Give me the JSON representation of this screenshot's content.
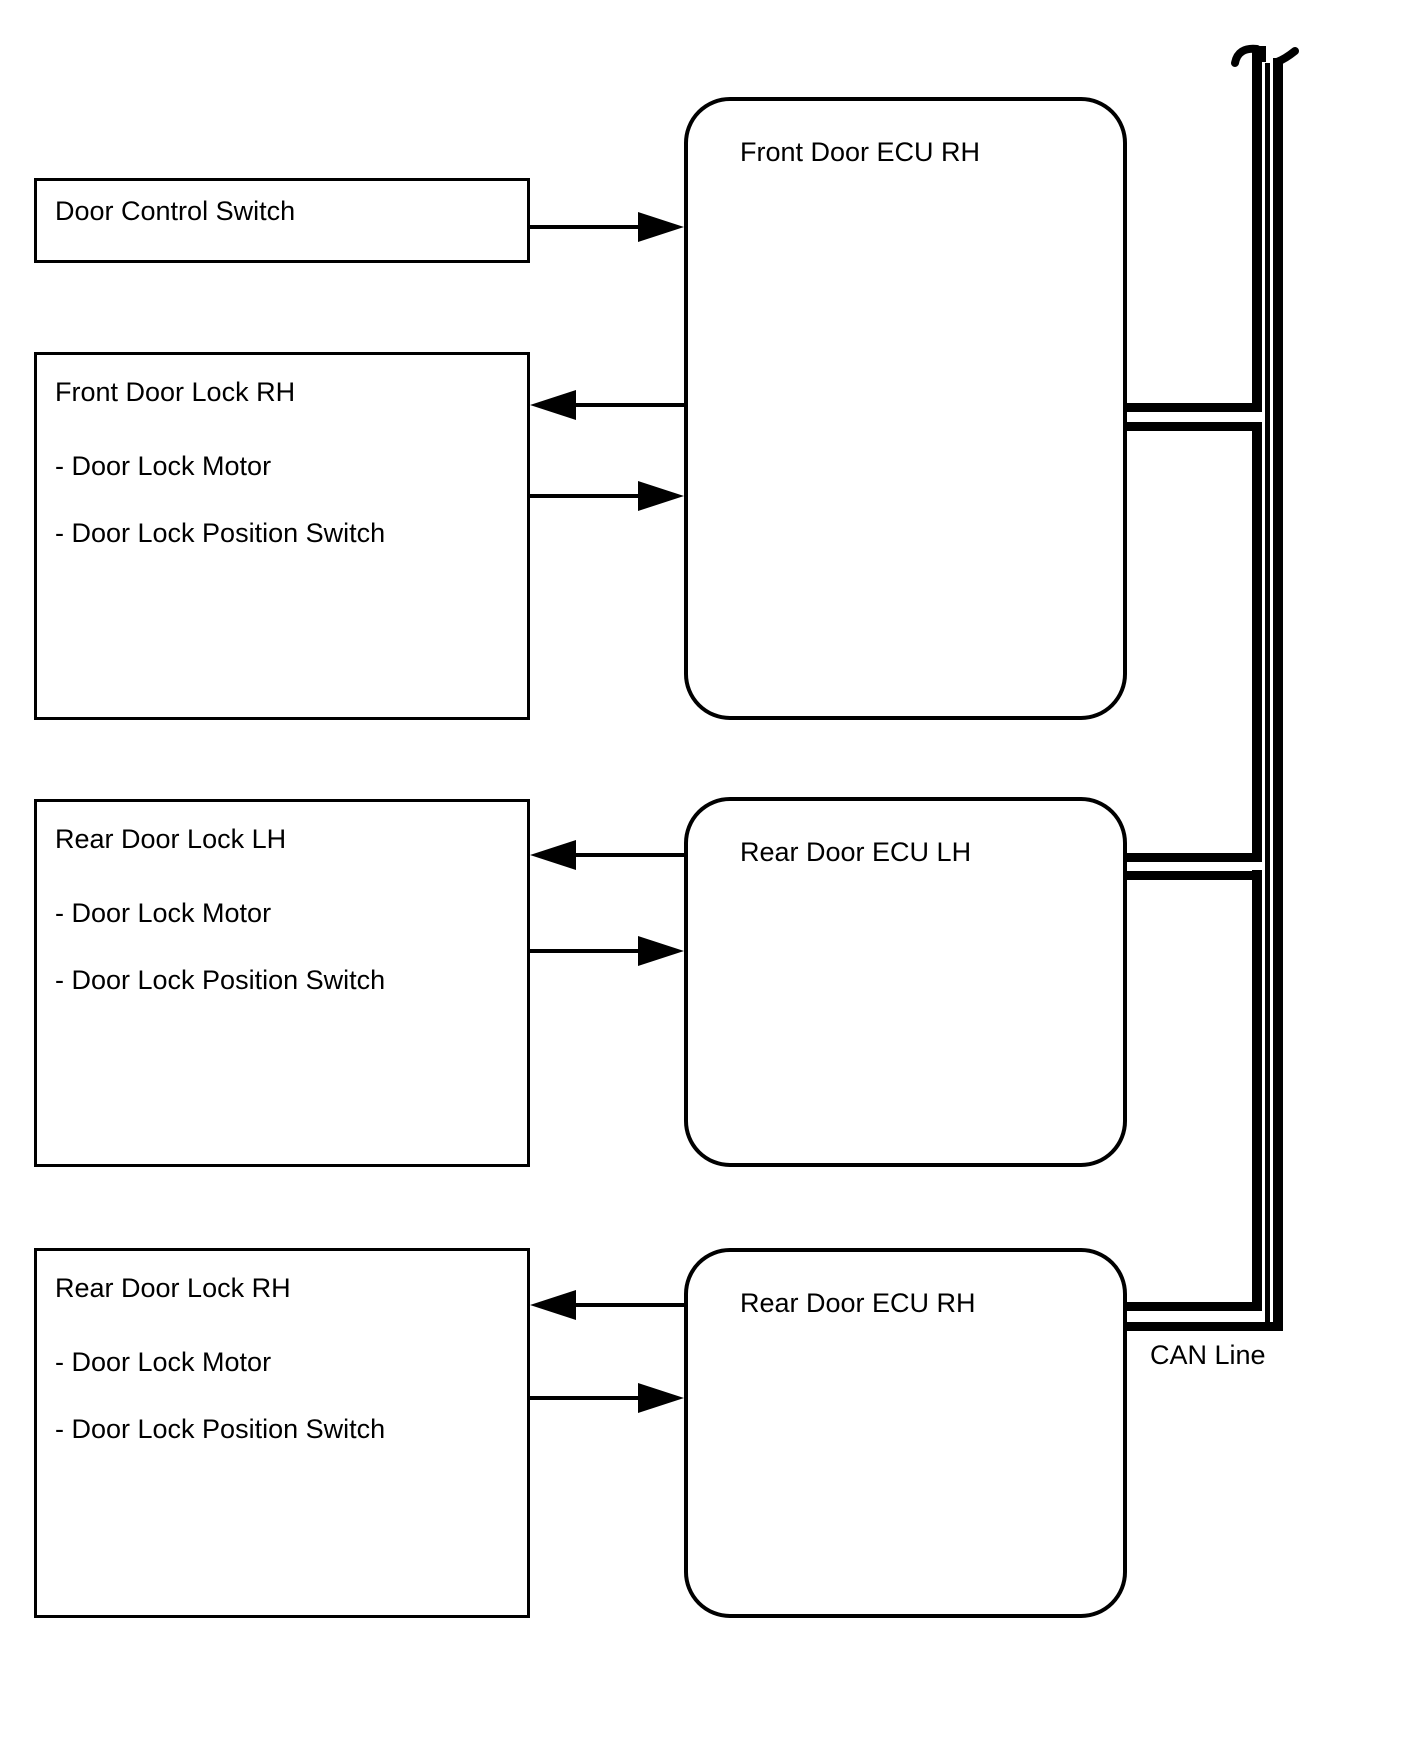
{
  "left_boxes": [
    {
      "title": "Door Control Switch",
      "items": []
    },
    {
      "title": "Front Door Lock RH",
      "items": [
        "- Door Lock Motor",
        "- Door Lock Position Switch"
      ]
    },
    {
      "title": "Rear Door Lock LH",
      "items": [
        "- Door Lock Motor",
        "- Door Lock Position Switch"
      ]
    },
    {
      "title": "Rear Door Lock RH",
      "items": [
        "- Door Lock Motor",
        "- Door Lock Position Switch"
      ]
    }
  ],
  "ecu_boxes": [
    {
      "title": "Front Door ECU RH"
    },
    {
      "title": "Rear Door ECU LH"
    },
    {
      "title": "Rear Door ECU RH"
    }
  ],
  "can_bus": {
    "label": "CAN Line",
    "line_color": "#000000"
  }
}
